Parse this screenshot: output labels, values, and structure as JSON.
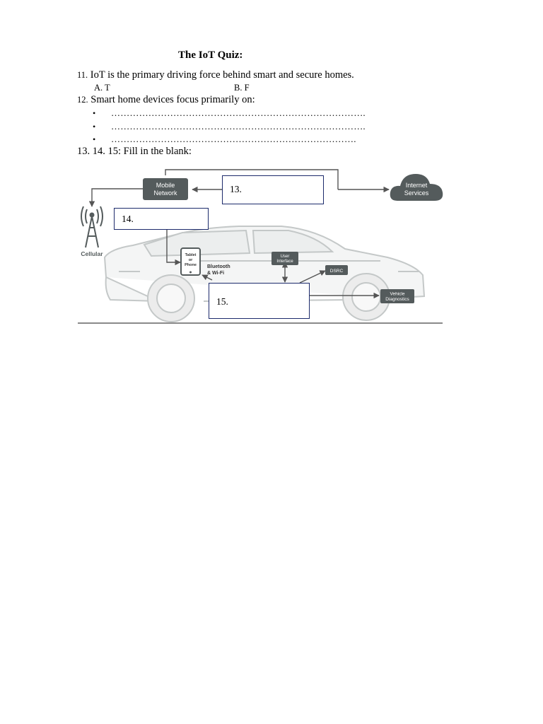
{
  "title": "The IoT Quiz:",
  "q11": {
    "num": "11.",
    "text": "IoT is the primary driving force behind smart and secure homes.",
    "option_a": "A.   T",
    "option_b": "B. F"
  },
  "q12": {
    "num": "12.",
    "text": "Smart home devices focus primarily on:",
    "bullet": "•",
    "blanks": [
      "……………………………………………………………………….",
      "……………………………………………………………………….",
      "……………………………………………………………………."
    ]
  },
  "q13_15": {
    "text": "13.  14.  15: Fill in the blank:"
  },
  "diagram": {
    "mobile_network": [
      "Mobile",
      "Network"
    ],
    "internet_services": [
      "Internet",
      "Services"
    ],
    "cellular": "Cellular",
    "tablet": [
      "Tablet",
      "or",
      "Phone"
    ],
    "bluetooth": [
      "Bluetooth",
      "& Wi-Fi"
    ],
    "user_interface": [
      "User",
      "Interface"
    ],
    "dsrc": "DSRC",
    "vehicle_diagnostics": [
      "Vehicle",
      "Diagnostics"
    ],
    "box13": "13.",
    "box14": "14.",
    "box15": "15."
  },
  "colors": {
    "node": "#545b5c",
    "line": "#555555",
    "car": "#c4c8c8",
    "box_border": "#1c2a6b",
    "ground": "#8a8a8a"
  }
}
